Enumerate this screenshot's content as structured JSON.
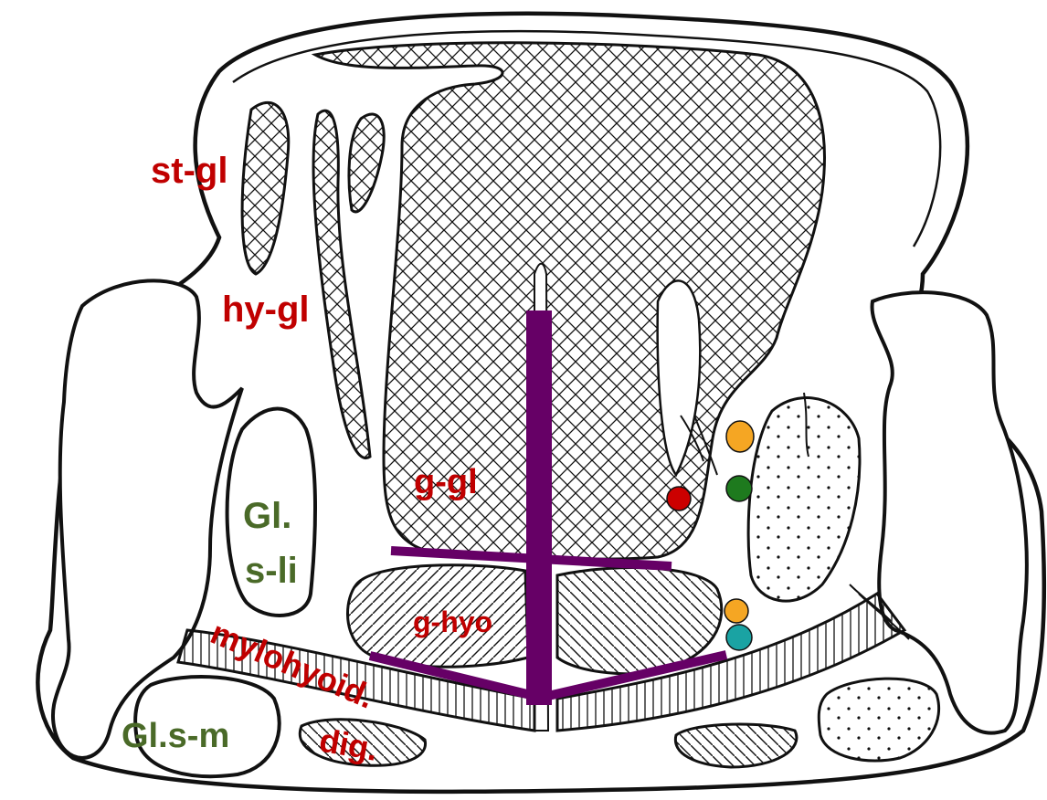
{
  "labels": {
    "st_gl": "st-gl",
    "hy_gl": "hy-gl",
    "g_gl": "g-gl",
    "g_hyo": "g-hyo",
    "mylohyoid": "mylohyoid.",
    "dig": "dig.",
    "gl_s_li_line1": "Gl.",
    "gl_s_li_line2": "s-li",
    "gl_s_m": "Gl.s-m"
  },
  "colors": {
    "muscle_label": "#c00000",
    "gland_label": "#4a6a28",
    "midline_marker": "#660066",
    "outline": "#111111",
    "dot_orange": "#f5a623",
    "dot_green": "#1e7a1e",
    "dot_red": "#cc0000",
    "dot_teal": "#1aa3a3"
  }
}
